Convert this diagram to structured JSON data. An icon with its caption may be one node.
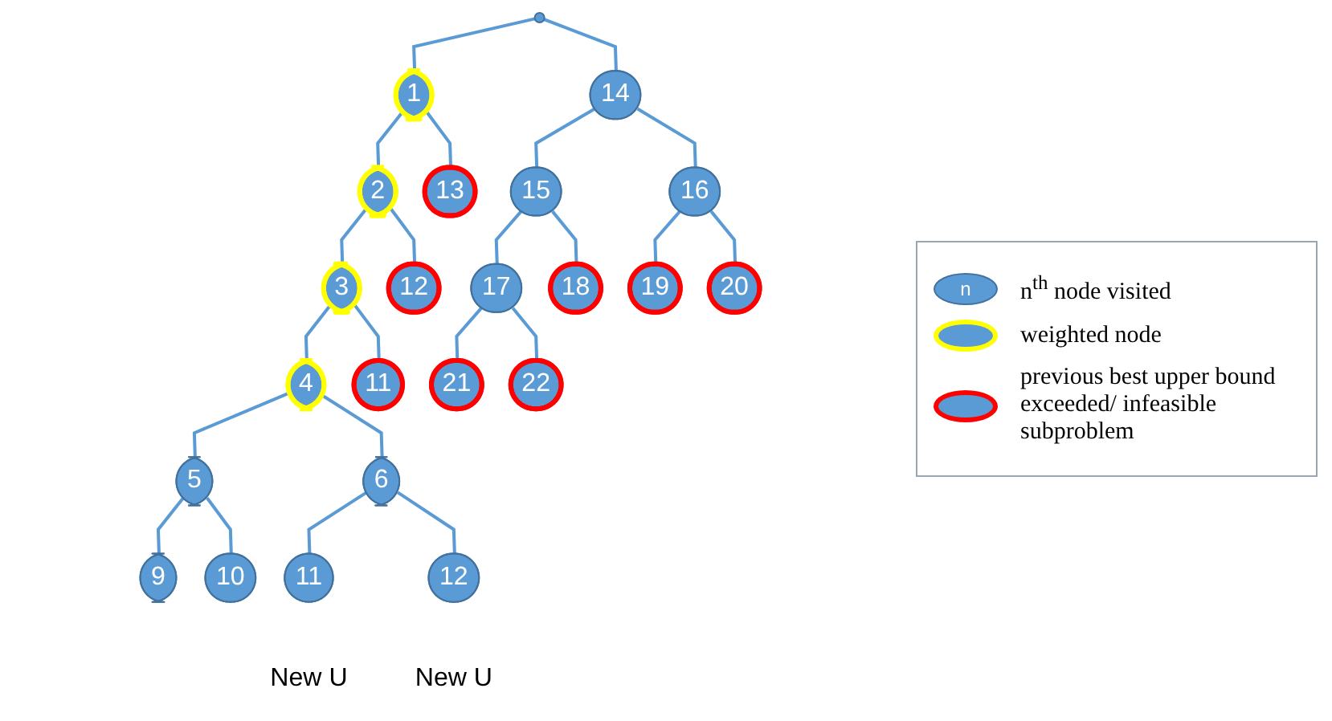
{
  "diagram": {
    "nodes": [
      {
        "text": [],
        "shape": "circle"
      },
      {
        "text": [
          "1"
        ]
      },
      {
        "text": [
          "14"
        ]
      },
      {
        "text": [
          "2"
        ]
      },
      {
        "text": [
          "13"
        ]
      },
      {
        "text": [
          "15"
        ]
      },
      {
        "text": [
          "16"
        ]
      },
      {
        "text": [
          "3"
        ]
      },
      {
        "text": [
          "12"
        ]
      },
      {
        "text": [
          "17"
        ]
      },
      {
        "text": [
          "18"
        ]
      },
      {
        "text": [
          "19"
        ]
      },
      {
        "text": [
          "20"
        ]
      },
      {
        "text": [
          "4"
        ]
      },
      {
        "text": [
          "11"
        ]
      },
      {
        "text": [
          "21"
        ]
      },
      {
        "text": [
          "22"
        ]
      },
      {
        "text": [
          "5"
        ]
      },
      {
        "text": [
          "6"
        ]
      },
      {
        "text": [
          "9"
        ]
      },
      {
        "text": [
          "10"
        ]
      },
      {
        "text": [
          "11"
        ],
        "beside": [
          "New U"
        ]
      },
      {
        "text": [
          "12"
        ],
        "beside": [
          "New U"
        ]
      }
    ],
    "edges": [
      {
        "from": 0,
        "to": 1,
        "arrow": "none"
      },
      {
        "from": 0,
        "to": 2,
        "arrow": "none"
      },
      {
        "from": 1,
        "to": 3,
        "arrow": "none"
      },
      {
        "from": 1,
        "to": 4,
        "arrow": "none"
      },
      {
        "from": 3,
        "to": 7,
        "arrow": "none"
      },
      {
        "from": 3,
        "to": 8,
        "arrow": "none"
      },
      {
        "from": 7,
        "to": 13,
        "arrow": "none"
      },
      {
        "from": 7,
        "to": 14,
        "arrow": "none"
      },
      {
        "from": 13,
        "to": 17,
        "arrow": "none"
      },
      {
        "from": 13,
        "to": 18,
        "arrow": "none"
      },
      {
        "from": 17,
        "to": 19,
        "arrow": "none"
      },
      {
        "from": 17,
        "to": 20,
        "arrow": "none"
      },
      {
        "from": 18,
        "to": 21,
        "arrow": "none"
      },
      {
        "from": 18,
        "to": 22,
        "arrow": "none"
      },
      {
        "from": 2,
        "to": 5,
        "arrow": "none"
      },
      {
        "from": 2,
        "to": 6,
        "arrow": "none"
      },
      {
        "from": 5,
        "to": 9,
        "arrow": "none"
      },
      {
        "from": 5,
        "to": 10,
        "arrow": "none"
      },
      {
        "from": 9,
        "to": 15,
        "arrow": "none"
      },
      {
        "from": 9,
        "to": 16,
        "arrow": "none"
      },
      {
        "from": 6,
        "to": 11,
        "arrow": "none"
      },
      {
        "from": 6,
        "to": 12,
        "arrow": "none"
      }
    ],
    "labels": [
      "n"
    ],
    "legend": [
      {
        "text": "n$^{th}$ node visited"
      },
      {
        "text": "weighted node"
      },
      {
        "text": "previous best upper bound exceeded/ infeasible subproblem"
      }
    ]
  }
}
